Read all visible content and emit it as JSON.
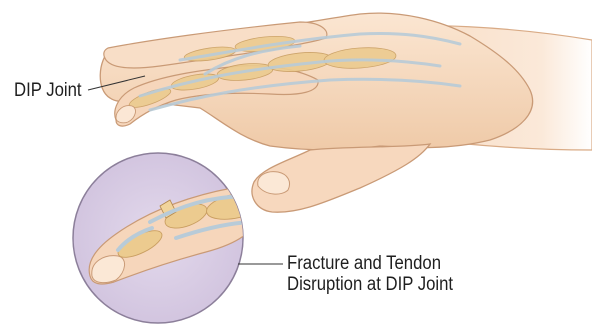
{
  "labels": {
    "dip_joint": "DIP Joint",
    "fracture_line1": "Fracture and Tendon",
    "fracture_line2": "Disruption at DIP Joint"
  },
  "colors": {
    "skin": "#f7dcc3",
    "skin_shadow": "#e9bf9b",
    "bone": "#eccb8f",
    "tendon": "#b8cbd8",
    "inset_background": "#d9cde4",
    "leader_line": "#333333",
    "text": "#1f1f1f"
  },
  "icons": {
    "hand": "hand-illustration",
    "inset": "magnifier-inset"
  }
}
